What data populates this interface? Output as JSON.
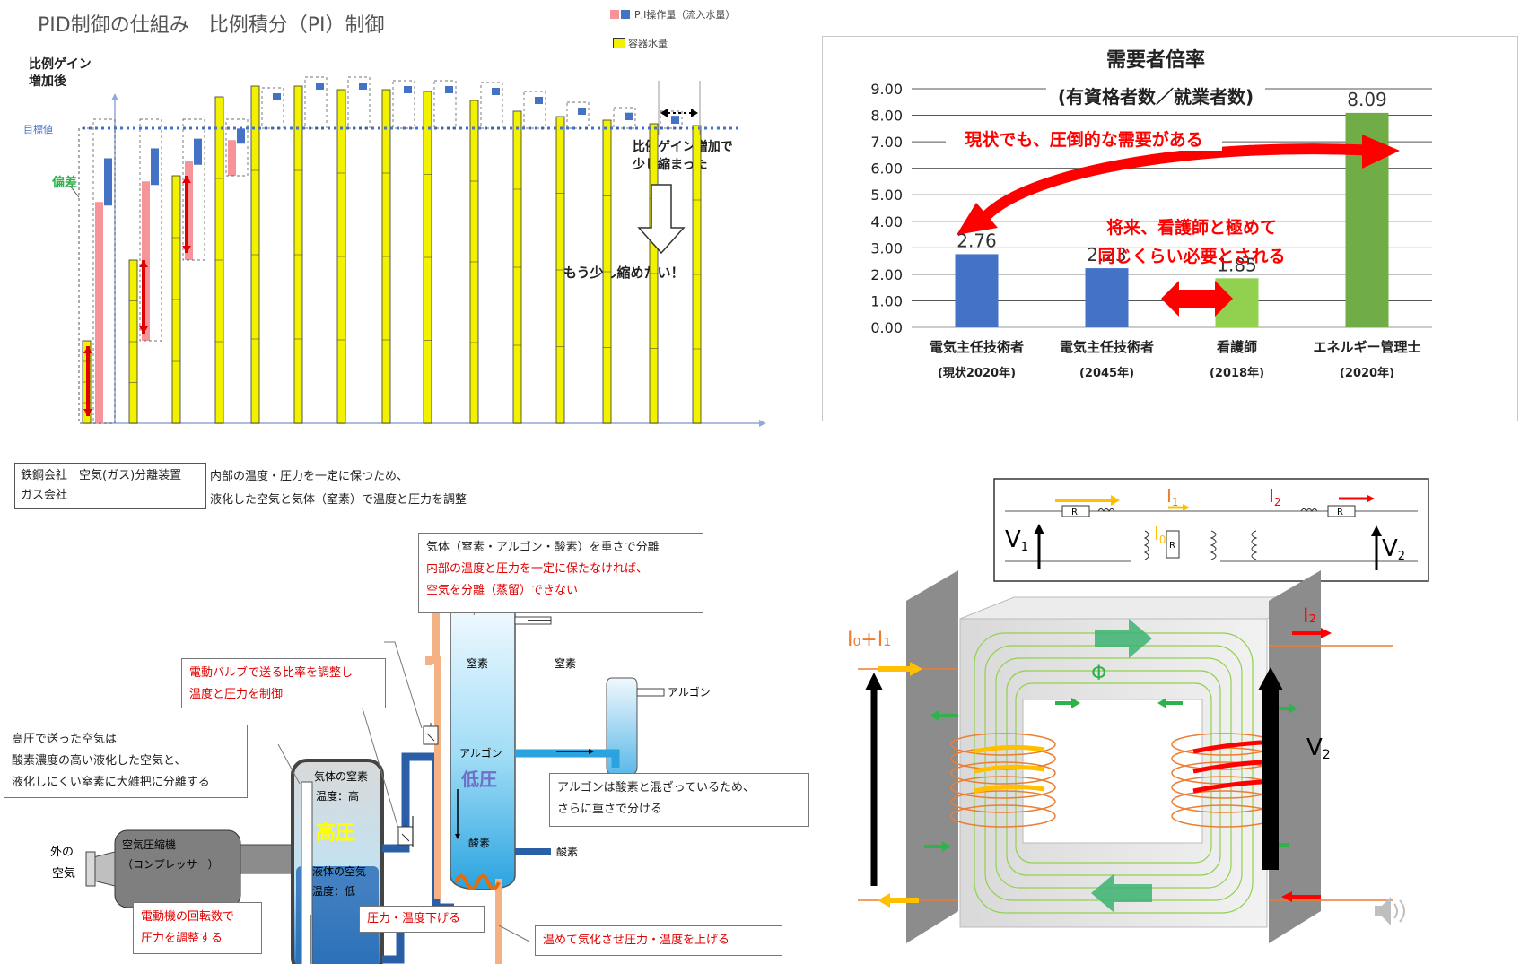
{
  "pid": {
    "title": "PID制御の仕組み　比例積分（PI）制御",
    "legend_mv": "P,I操作量（流入水量）",
    "legend_level": "容器水量",
    "gain_label_1": "比例ゲイン",
    "gain_label_2": "増加後",
    "target_label": "目標値",
    "deviation_label": "偏差",
    "note_1": "比例ゲイン増加で",
    "note_2": "少し縮まった",
    "note_3": "もう少し縮めたい！",
    "colors": {
      "level": "#f2f200",
      "mv_p": "#f6949a",
      "mv_i": "#4472c4",
      "target": "#4472c4",
      "axis": "#8ea9db",
      "arrow": "#e00000"
    }
  },
  "demand": {
    "title": "需要者倍率",
    "subtitle": "(有資格者数／就業者数)",
    "annotation_1": "現状でも、圧倒的な需要がある",
    "annotation_2": "将来、看護師と極めて",
    "annotation_3": "同じくらい必要とされる",
    "cat_sub": [
      "(現状2020年)",
      "(2045年)",
      "(2018年)",
      "(2020年)"
    ]
  },
  "chart_data": {
    "type": "bar",
    "title": "需要者倍率",
    "subtitle": "(有資格者数／就業者数)",
    "categories": [
      "電気主任技術者",
      "電気主任技術者",
      "看護師",
      "エネルギー管理士"
    ],
    "values": [
      2.76,
      2.23,
      1.85,
      8.09
    ],
    "value_labels": [
      "2.76",
      "2.23",
      "1.85",
      "8.09"
    ],
    "bar_colors": [
      "#4472c4",
      "#4472c4",
      "#92d050",
      "#70ad47"
    ],
    "ylim": [
      0,
      9
    ],
    "yticks": [
      "0.00",
      "1.00",
      "2.00",
      "3.00",
      "4.00",
      "5.00",
      "6.00",
      "7.00",
      "8.00",
      "9.00"
    ],
    "grid": true,
    "legend": "none"
  },
  "airsep": {
    "company_1": "鉄鋼会社　空気(ガス)分離装置",
    "company_2": "ガス会社",
    "purpose_1": "内部の温度・圧力を一定に保つため、",
    "purpose_2": "液化した空気と気体（窒素）で温度と圧力を調整",
    "column_note_1": "気体（窒素・アルゴン・酸素）を重さで分離",
    "column_note_2": "内部の温度と圧力を一定に保たなければ、",
    "column_note_3": "空気を分離（蒸留）できない",
    "valve_note_1": "電動バルブで送る比率を調整し",
    "valve_note_2": "温度と圧力を制御",
    "hp_note_1": "高圧で送った空気は",
    "hp_note_2": "酸素濃度の高い液化した空気と、",
    "hp_note_3": "液化しにくい窒素に大雑把に分離する",
    "argon_note_1": "アルゴンは酸素と混ざっているため、",
    "argon_note_2": "さらに重さで分ける",
    "motor_note_1": "電動機の回転数で",
    "motor_note_2": "圧力を調整する",
    "down_note": "圧力・温度下げる",
    "heat_note": "温めて気化させ圧力・温度を上げる",
    "outside_air_1": "外の",
    "outside_air_2": "空気",
    "compressor_1": "空気圧縮機",
    "compressor_2": "（コンプレッサー）",
    "hp_gas_1": "気体の窒素",
    "hp_gas_2": "温度：高",
    "hp_label": "高圧",
    "hp_liq_1": "液体の空気",
    "hp_liq_2": "温度：低",
    "lp_label": "低圧",
    "nitrogen_in": "窒素",
    "nitrogen_out": "窒素",
    "argon_in": "アルゴン",
    "argon_out": "アルゴン",
    "oxygen_in": "酸素",
    "oxygen_out": "酸素"
  },
  "trafo": {
    "v1": "V",
    "v1_sub": "1",
    "v2": "V",
    "v2_sub": "2",
    "i0": "I",
    "i0_sub": "0",
    "i1": "I",
    "i1_sub": "1",
    "i2": "I",
    "i2_sub": "2",
    "r": "R",
    "core_i0i1": "I₀+I₁",
    "core_i2": "I₂",
    "phi": "Φ",
    "core_v2": "V",
    "core_v2_sub": "2"
  }
}
